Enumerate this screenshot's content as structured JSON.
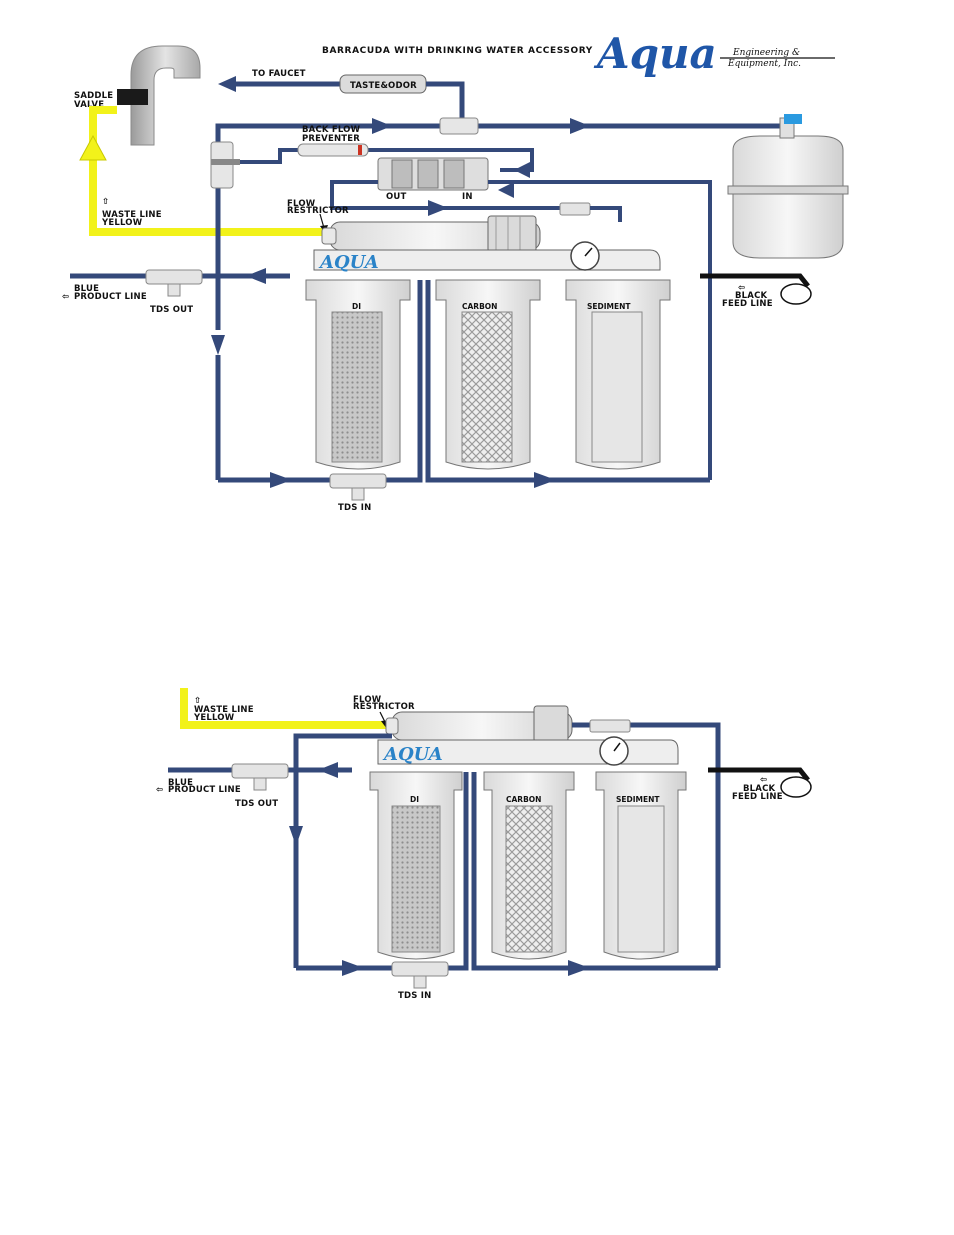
{
  "header": {
    "title": "BARRACUDA WITH DRINKING WATER ACCESSORY",
    "brand": "Aqua",
    "brand_line1": "Engineering &",
    "brand_line2": "Equipment, Inc."
  },
  "diagram_top": {
    "labels": {
      "saddle_valve": [
        "SADDLE",
        "VALVE"
      ],
      "to_faucet": "TO FAUCET",
      "taste_odor": "TASTE&ODOR",
      "back_flow": [
        "BACK FLOW",
        "PREVENTER"
      ],
      "flow_restrictor": [
        "FLOW",
        "RESTRICTOR"
      ],
      "out": "OUT",
      "in": "IN",
      "waste_line": [
        "WASTE LINE",
        "YELLOW"
      ],
      "blue_product": [
        "BLUE",
        "PRODUCT LINE"
      ],
      "tds_out": "TDS OUT",
      "tds_in": "TDS IN",
      "black_feed": [
        "BLACK",
        "FEED LINE"
      ]
    },
    "filters": [
      "DI",
      "CARBON",
      "SEDIMENT"
    ],
    "logo": "AQUA"
  },
  "diagram_bottom": {
    "labels": {
      "waste_line": [
        "WASTE LINE",
        "YELLOW"
      ],
      "flow_restrictor": [
        "FLOW",
        "RESTRICTOR"
      ],
      "blue_product": [
        "BLUE",
        "PRODUCT LINE"
      ],
      "tds_out": "TDS OUT",
      "tds_in": "TDS IN",
      "black_feed": [
        "BLACK",
        "FEED LINE"
      ]
    },
    "filters": [
      "DI",
      "CARBON",
      "SEDIMENT"
    ],
    "logo": "AQUA"
  },
  "colors": {
    "blue_line": "#34497a",
    "yellow_line": "#f2f21a",
    "black_line": "#111111",
    "brand": "#1f56a8"
  }
}
